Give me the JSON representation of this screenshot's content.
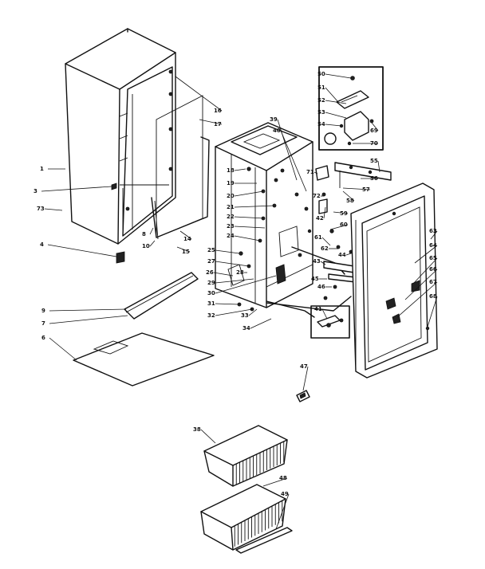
{
  "labels": [
    "1",
    "3",
    "73",
    "4",
    "16",
    "17",
    "14",
    "8",
    "10",
    "15",
    "18",
    "19",
    "20",
    "21",
    "22",
    "23",
    "24",
    "25",
    "26",
    "27",
    "28",
    "29",
    "30",
    "31",
    "32",
    "33",
    "34",
    "39",
    "40",
    "50",
    "51",
    "52",
    "53",
    "54",
    "55",
    "56",
    "57",
    "58",
    "59",
    "60",
    "69",
    "70",
    "71",
    "72",
    "61",
    "62",
    "63",
    "64",
    "65",
    "66",
    "67",
    "68",
    "41",
    "42",
    "43",
    "44",
    "45",
    "46",
    "47",
    "48",
    "49",
    "9",
    "7",
    "6",
    "38"
  ]
}
